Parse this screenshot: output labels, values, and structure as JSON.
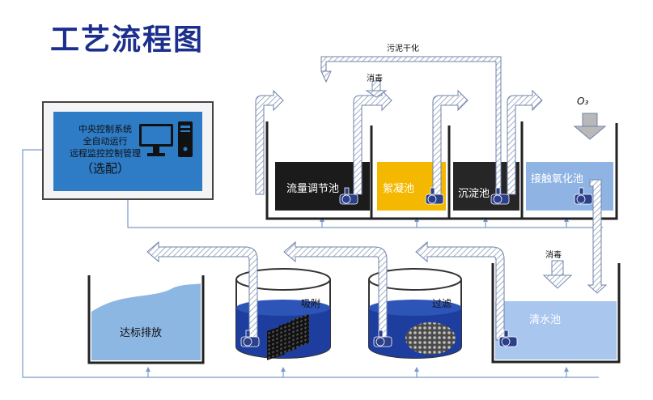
{
  "title": "工艺流程图",
  "control_panel": {
    "line1": "中央控制系统",
    "line2": "全自动运行",
    "line3": "远程监控控制管理",
    "line4": "（选配）",
    "icon": "desktop-computer-icon"
  },
  "top_labels": {
    "sludge_drying": "污泥干化",
    "disinfect_top": "消毒",
    "ozone": "O₃"
  },
  "tanks_upper": [
    {
      "label": "流量调节池",
      "color": "#1b1b1b"
    },
    {
      "label": "絮凝池",
      "color": "#f5b800"
    },
    {
      "label": "沉淀池",
      "color": "#262626"
    },
    {
      "label": "接触氧化池",
      "color": "#8fb4e3"
    }
  ],
  "tanks_lower": {
    "discharge": {
      "label": "达标排放",
      "color": "#8db7e3"
    },
    "adsorption": {
      "label": "吸附",
      "color": "#1d3e9e"
    },
    "filtration": {
      "label": "过滤",
      "color": "#1d3e9e"
    },
    "clean_water": {
      "label": "清水池",
      "color": "#a9c6ee"
    },
    "disinfect_lower": "消毒"
  }
}
